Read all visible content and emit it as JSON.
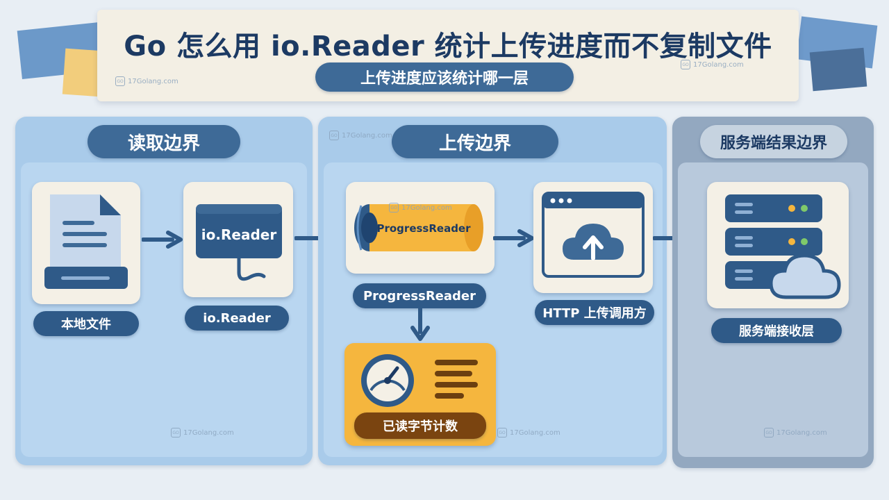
{
  "title": "Go 怎么用 io.Reader 统计上传进度而不复制文件",
  "subtitle": "上传进度应该统计哪一层",
  "watermark": "17Golang.com",
  "zones": {
    "read": "读取边界",
    "upload": "上传边界",
    "server": "服务端结果边界"
  },
  "nodes": {
    "local_file": "本地文件",
    "io_reader": "io.Reader",
    "io_reader_icon_text": "io.Reader",
    "progress_reader": "ProgressReader",
    "progress_reader_icon_text": "ProgressReader",
    "http_upload": "HTTP 上传调用方",
    "server_receive": "服务端接收层",
    "bytes_count": "已读字节计数"
  },
  "colors": {
    "navy": "#2f5a88",
    "zone_blue": "#a9cbea",
    "zone_grey": "#93a8c0",
    "accent_yellow": "#f5b63e",
    "card_cream": "#f4f0e6"
  },
  "icons": {
    "local_file": "document-icon",
    "io_reader": "reader-device-icon",
    "progress_reader": "pipe-icon",
    "http_upload": "browser-upload-icon",
    "server_receive": "server-cloud-icon",
    "bytes_count": "gauge-icon"
  }
}
